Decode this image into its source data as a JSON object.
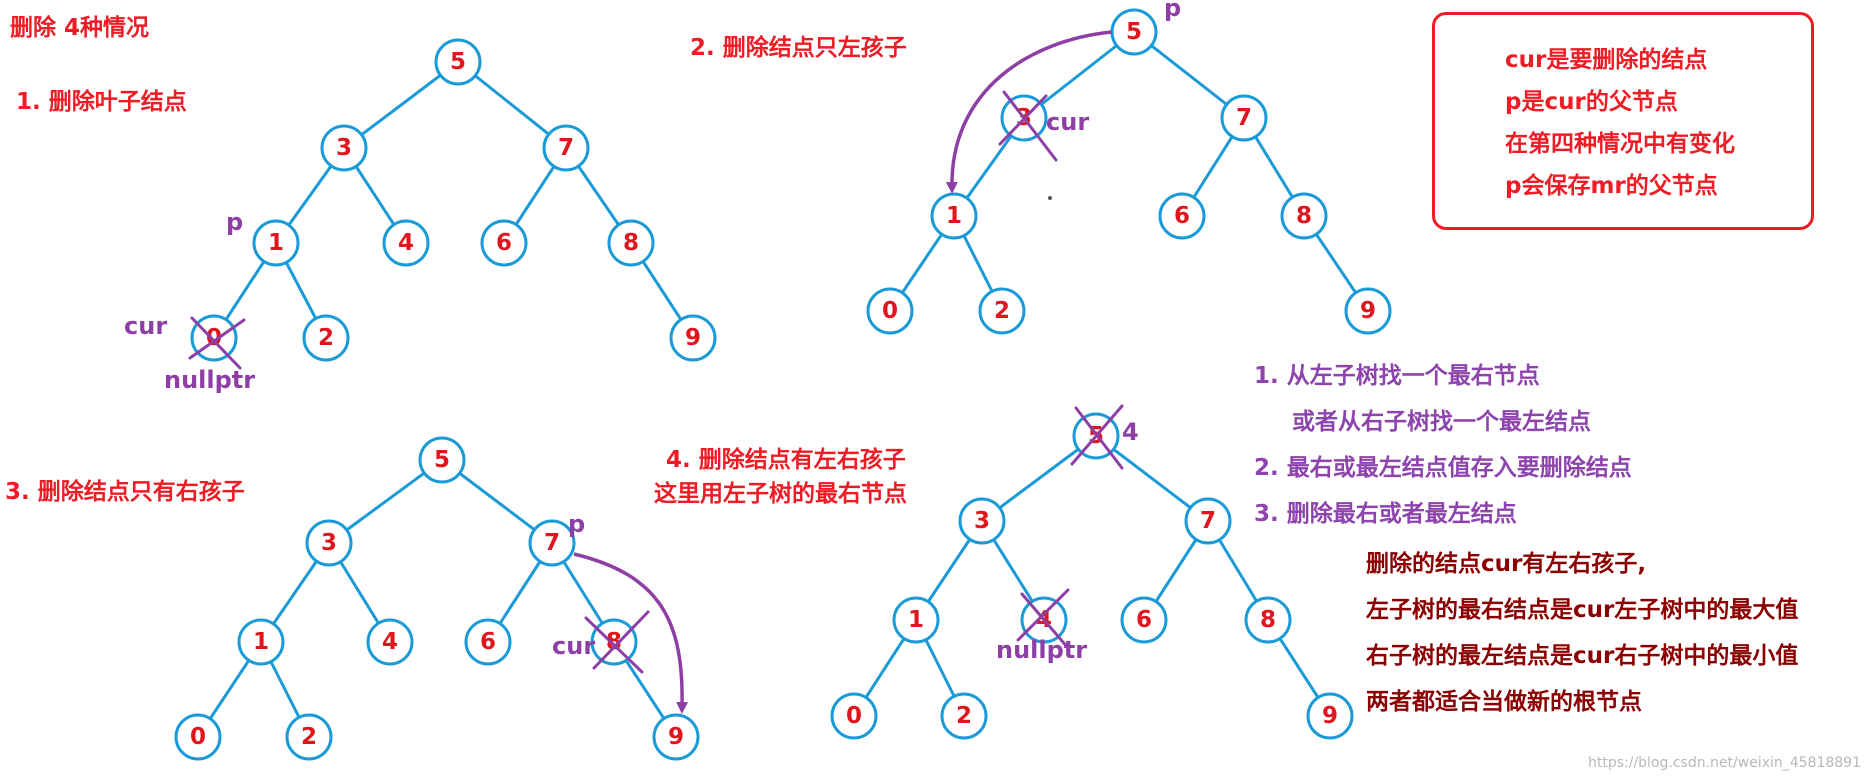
{
  "title": "删除 4种情况",
  "case1": {
    "heading": "1. 删除叶子结点",
    "nodes": [
      "5",
      "3",
      "7",
      "1",
      "4",
      "6",
      "8",
      "0",
      "2",
      "9"
    ],
    "labels": {
      "p": "p",
      "cur": "cur",
      "nullptr": "nullptr"
    }
  },
  "case2": {
    "heading": "2. 删除结点只左孩子",
    "nodes": [
      "5",
      "3",
      "7",
      "1",
      "6",
      "8",
      "0",
      "2",
      "9"
    ],
    "labels": {
      "p": "p",
      "cur": "cur"
    }
  },
  "case3": {
    "heading": "3. 删除结点只有右孩子",
    "nodes": [
      "5",
      "3",
      "7",
      "1",
      "4",
      "6",
      "8",
      "0",
      "2",
      "9"
    ],
    "labels": {
      "p": "p",
      "cur": "cur"
    }
  },
  "case4": {
    "heading_line1": "4. 删除结点有左右孩子",
    "heading_line2": "这里用左子树的最右节点",
    "nodes": [
      "5",
      "3",
      "7",
      "1",
      "4",
      "6",
      "8",
      "0",
      "2",
      "9"
    ],
    "labels": {
      "replacement": "4",
      "nullptr": "nullptr"
    }
  },
  "note_box": {
    "lines": [
      "cur是要删除的结点",
      "p是cur的父节点",
      "在第四种情况中有变化",
      "p会保存mr的父节点"
    ]
  },
  "steps": [
    "1. 从左子树找一个最右节点",
    "或者从右子树找一个最左结点",
    "2. 最右或最左结点值存入要删除结点",
    "3. 删除最右或者最左结点"
  ],
  "explanation": [
    "删除的结点cur有左右孩子,",
    "左子树的最右结点是cur左子树中的最大值",
    "右子树的最左结点是cur右子树中的最小值",
    "两者都适合当做新的根节点"
  ],
  "watermark": "https://blog.csdn.net/weixin_45818891",
  "colors": {
    "edge": "#1a9ad6",
    "node_text": "#e0161f",
    "heading": "#ee1c25",
    "annotation": "#8e3fa6",
    "explanation": "#8b0000"
  }
}
